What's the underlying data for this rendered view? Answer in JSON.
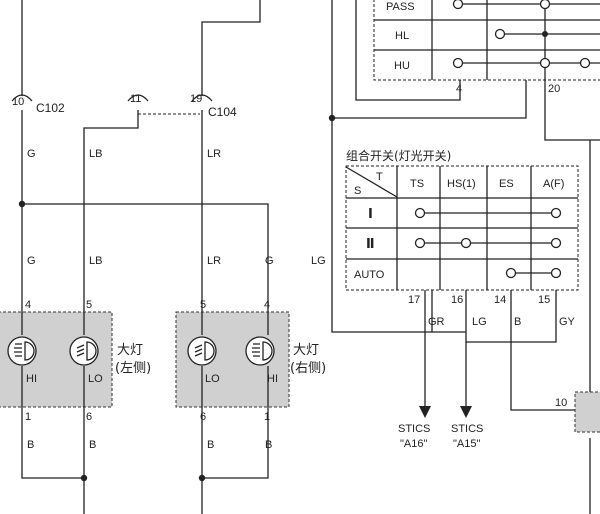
{
  "connectors": {
    "c10": "10",
    "c11": "11",
    "c19": "19",
    "c102": "C102",
    "c104": "C104"
  },
  "wires": {
    "g": "G",
    "lb": "LB",
    "lr": "LR",
    "b": "B",
    "lg": "LG",
    "gr": "GR",
    "gy": "GY"
  },
  "pins": {
    "p4": "4",
    "p5": "5",
    "p1": "1",
    "p6": "6",
    "p17": "17",
    "p16": "16",
    "p14": "14",
    "p15": "15",
    "p20": "20",
    "p10": "10"
  },
  "top_table": {
    "rows": [
      "PASS",
      "HL",
      "HU"
    ]
  },
  "switch": {
    "title": "组合开关(灯光开关)",
    "corner_t": "T",
    "corner_s": "S",
    "cols": [
      "TS",
      "HS(1)",
      "ES",
      "A(F)"
    ],
    "rows": [
      "Ⅰ",
      "Ⅱ",
      "AUTO"
    ]
  },
  "lamps": {
    "left_name": "大灯",
    "left_side": "(左侧)",
    "right_name": "大灯",
    "right_side": "(右侧)",
    "hi": "HI",
    "lo": "LO"
  },
  "targets": {
    "stics_1": "STICS",
    "a16": "\"A16\"",
    "stics_2": "STICS",
    "a15": "\"A15\""
  }
}
